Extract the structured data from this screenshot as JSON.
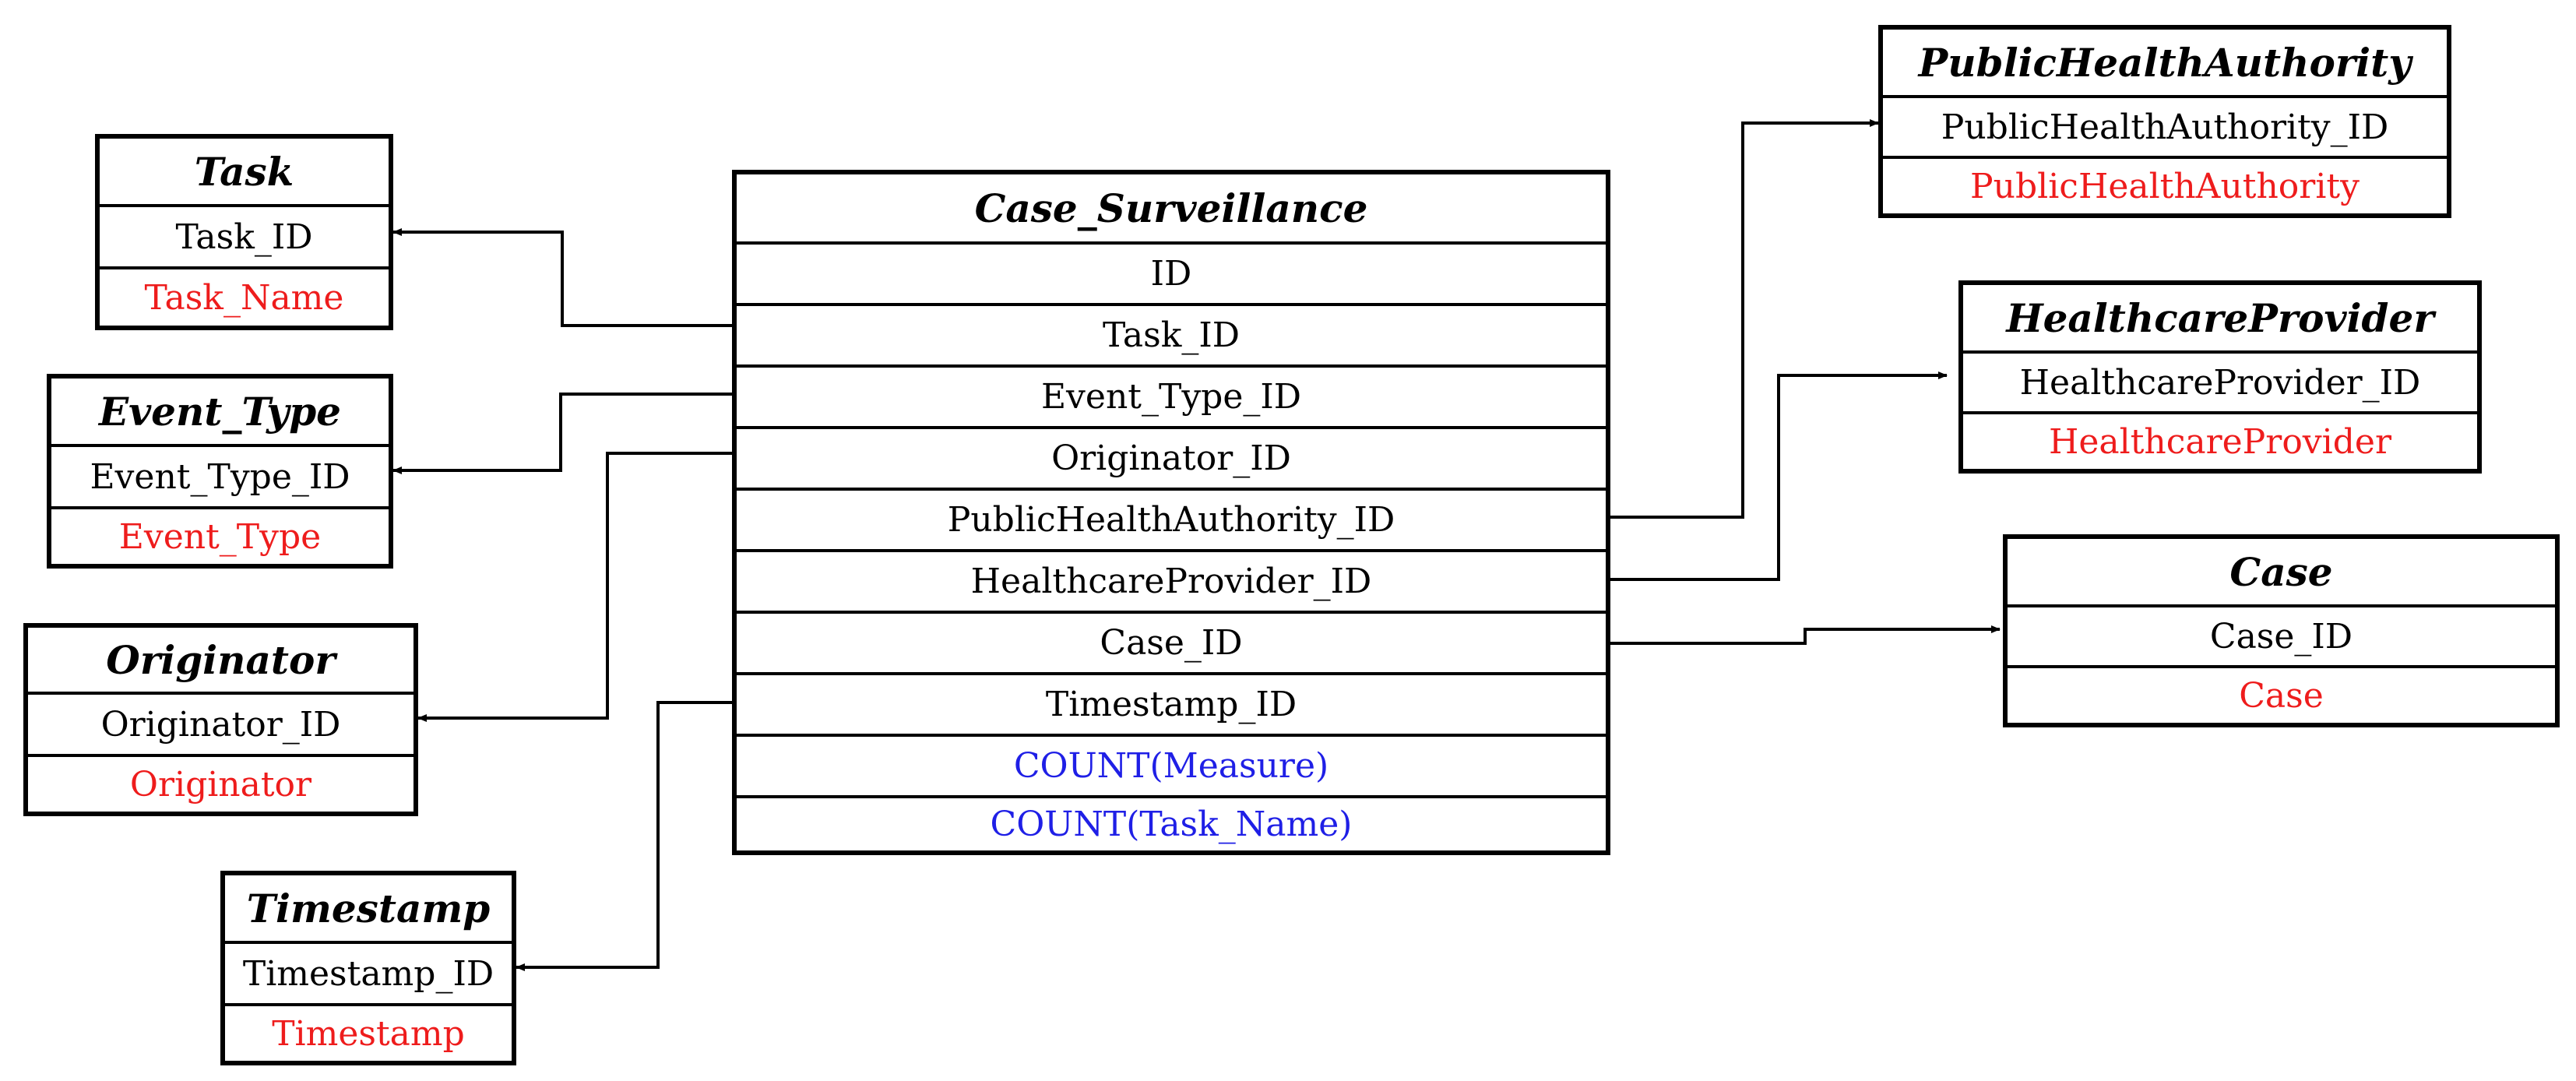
{
  "fact": {
    "name": "Case_Surveillance",
    "keys": [
      "ID",
      "Task_ID",
      "Event_Type_ID",
      "Originator_ID",
      "PublicHealthAuthority_ID",
      "HealthcareProvider_ID",
      "Case_ID",
      "Timestamp_ID"
    ],
    "measures": [
      "COUNT(Measure)",
      "COUNT(Task_Name)"
    ]
  },
  "dimensions": {
    "task": {
      "name": "Task",
      "key": "Task_ID",
      "attribute": "Task_Name"
    },
    "event_type": {
      "name": "Event_Type",
      "key": "Event_Type_ID",
      "attribute": "Event_Type"
    },
    "originator": {
      "name": "Originator",
      "key": "Originator_ID",
      "attribute": "Originator"
    },
    "timestamp": {
      "name": "Timestamp",
      "key": "Timestamp_ID",
      "attribute": "Timestamp"
    },
    "public_health_authority": {
      "name": "PublicHealthAuthority",
      "key": "PublicHealthAuthority_ID",
      "attribute": "PublicHealthAuthority"
    },
    "healthcare_provider": {
      "name": "HealthcareProvider",
      "key": "HealthcareProvider_ID",
      "attribute": "HealthcareProvider"
    },
    "case": {
      "name": "Case",
      "key": "Case_ID",
      "attribute": "Case"
    }
  },
  "colors": {
    "border": "#000000",
    "attribute": "#ee1c1c",
    "measure": "#1f1fe6"
  }
}
